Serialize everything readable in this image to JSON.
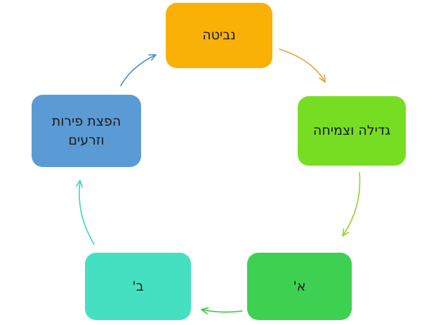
{
  "diagram": {
    "type": "cycle",
    "nodes": [
      {
        "id": "germination",
        "label": "נביטה",
        "color": "#F8B104",
        "text_color": "#1a1a1a"
      },
      {
        "id": "growth",
        "label": "גדילה וצמיחה",
        "color": "#77DD23",
        "text_color": "#1a1a1a"
      },
      {
        "id": "a",
        "label": "א'",
        "color": "#3ED151",
        "text_color": "#1a1a1a"
      },
      {
        "id": "b",
        "label": "ב'",
        "color": "#45E0C1",
        "text_color": "#1a1a1a"
      },
      {
        "id": "dispersal",
        "label": "הפצת פירות וזרעים",
        "color": "#5B9BD5",
        "text_color": "#1a1a1a"
      }
    ],
    "arrows": [
      {
        "from": "germination",
        "to": "growth",
        "color": "#E0A63C"
      },
      {
        "from": "growth",
        "to": "a",
        "color": "#8FD426"
      },
      {
        "from": "a",
        "to": "b",
        "color": "#2FCB3F"
      },
      {
        "from": "b",
        "to": "dispersal",
        "color": "#3AD6BD"
      },
      {
        "from": "dispersal",
        "to": "germination",
        "color": "#4D8FCC"
      }
    ]
  }
}
